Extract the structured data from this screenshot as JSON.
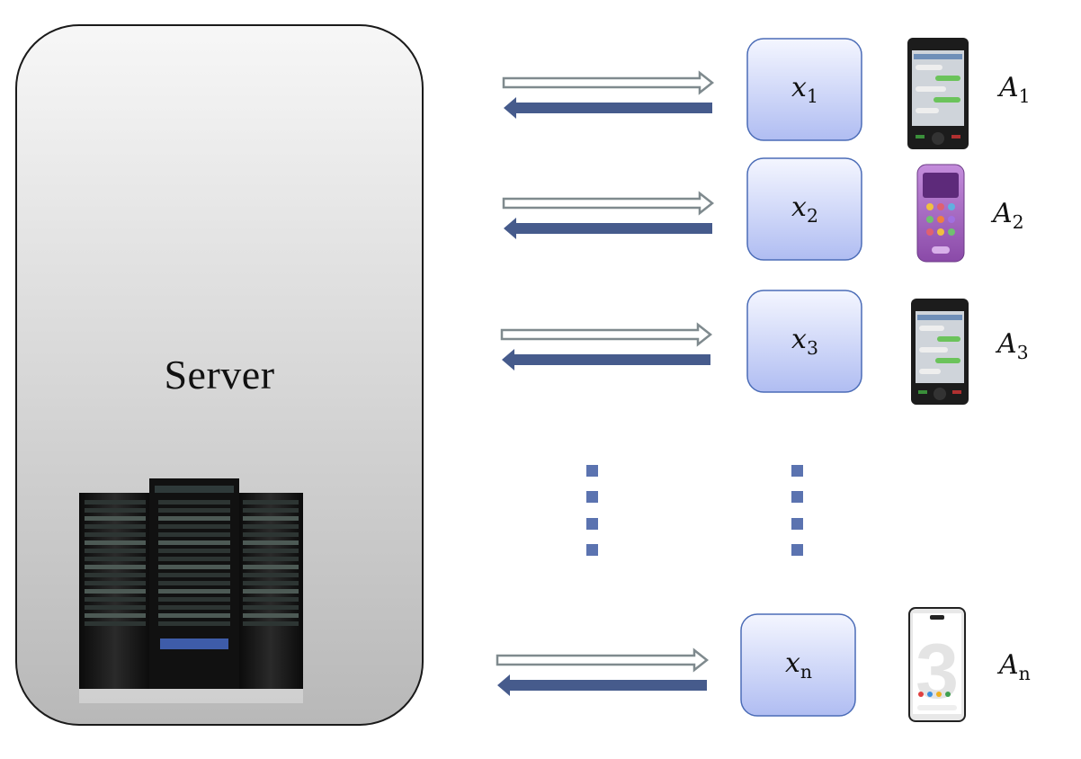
{
  "server": {
    "label": "Server",
    "icon": "server-rack-icon"
  },
  "clients": [
    {
      "var": "x",
      "var_sub": "1",
      "device": "A",
      "device_sub": "1",
      "phone_icon": "smartphone-chat-icon"
    },
    {
      "var": "x",
      "var_sub": "2",
      "device": "A",
      "device_sub": "2",
      "phone_icon": "toy-phone-icon"
    },
    {
      "var": "x",
      "var_sub": "3",
      "device": "A",
      "device_sub": "3",
      "phone_icon": "smartphone-chat-icon"
    },
    {
      "var": "x",
      "var_sub": "n",
      "device": "A",
      "device_sub": "n",
      "phone_icon": "android-phone-icon"
    }
  ],
  "colors": {
    "upload_arrow": "#7f8a8e",
    "download_arrow": "#465b8c",
    "node_fill_top": "#f2f4ff",
    "node_fill_bottom": "#b3c0f4",
    "node_border": "#4b6cb7",
    "ellipsis": "#5b73b0",
    "server_fill_top": "#f6f6f6",
    "server_fill_bottom": "#bdbdbd"
  }
}
